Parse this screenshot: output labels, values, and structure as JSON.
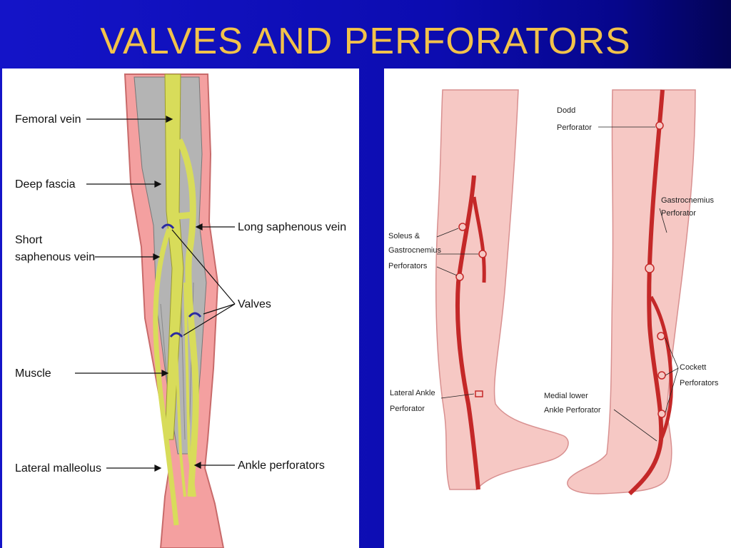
{
  "slide": {
    "title": "VALVES AND PERFORATORS",
    "background": "#0c0cb0",
    "title_color": "#f2c24a"
  },
  "left_diagram": {
    "labels": {
      "femoral_vein": "Femoral vein",
      "deep_fascia": "Deep fascia",
      "short_saphenous_1": "Short",
      "short_saphenous_2": "saphenous vein",
      "muscle": "Muscle",
      "lateral_malleolus": "Lateral malleolus",
      "long_saphenous": "Long saphenous vein",
      "valves": "Valves",
      "ankle_perforators": "Ankle perforators"
    },
    "colors": {
      "skin": "#f4a0a0",
      "vein": "#d8dc5a",
      "muscle": "#b8b8b8",
      "valve": "#2a2aa0"
    }
  },
  "right_diagram": {
    "labels": {
      "dodd_1": "Dodd",
      "dodd_2": "Perforator",
      "gastro_1": "Gastrocnemius",
      "gastro_2": "Perforator",
      "soleus_1": "Soleus &",
      "soleus_2": "Gastrocnemius",
      "soleus_3": "Perforators",
      "cockett_1": "Cockett",
      "cockett_2": "Perforators",
      "lateral_ankle_1": "Lateral Ankle",
      "lateral_ankle_2": "Perforator",
      "medial_lower_1": "Medial lower",
      "medial_lower_2": "Ankle Perforator"
    },
    "colors": {
      "skin": "#f6c8c4",
      "vein": "#c42828"
    }
  }
}
